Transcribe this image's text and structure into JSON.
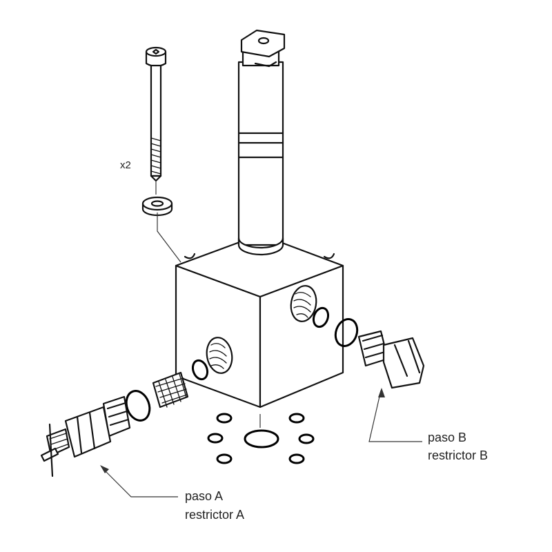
{
  "labels": {
    "quantity": "x2",
    "port_a": "paso A",
    "restrictor_a": "restrictor A",
    "port_b": "paso B",
    "restrictor_b": "restrictor B"
  }
}
